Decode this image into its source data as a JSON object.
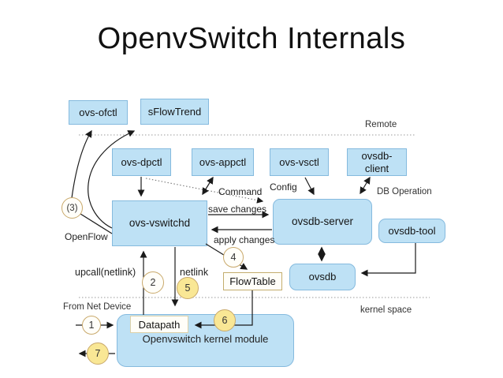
{
  "title": "OpenvSwitch Internals",
  "regions": {
    "remote": "Remote",
    "kernel_space": "kernel space",
    "from_net_device": "From Net Device"
  },
  "boxes": {
    "ovs_ofctl": "ovs-ofctl",
    "sflowtrend": "sFlowTrend",
    "ovs_dpctl": "ovs-dpctl",
    "ovs_appctl": "ovs-appctl",
    "ovs_vsctl": "ovs-vsctl",
    "ovsdb_client": "ovsdb-\nclient",
    "ovs_vswitchd": "ovs-vswitchd",
    "ovsdb_server": "ovsdb-server",
    "ovsdb_tool": "ovsdb-tool",
    "ovsdb": "ovsdb",
    "flowtable": "FlowTable",
    "datapath": "Datapath",
    "kernel_module": "Openvswitch kernel module"
  },
  "edge_labels": {
    "openflow": "OpenFlow",
    "command": "Command",
    "save_changes": "save changes",
    "apply_changes": "apply changes",
    "config": "Config",
    "db_operation": "DB Operation",
    "upcall": "upcall(netlink)",
    "netlink": "netlink"
  },
  "steps": [
    {
      "label": "1",
      "filled": false
    },
    {
      "label": "2",
      "filled": false
    },
    {
      "label": "(3)",
      "filled": false
    },
    {
      "label": "4",
      "filled": false
    },
    {
      "label": "5",
      "filled": true
    },
    {
      "label": "6",
      "filled": true
    },
    {
      "label": "7",
      "filled": true
    }
  ],
  "colors": {
    "box_fill": "#bee1f5",
    "box_border": "#85bade",
    "tan_border": "#c3ad6d",
    "circle_border": "#c9a96b",
    "circle_yellow": "#f9e795",
    "arrow": "#1a1a1a",
    "dashed_line": "#9a9a9a"
  }
}
